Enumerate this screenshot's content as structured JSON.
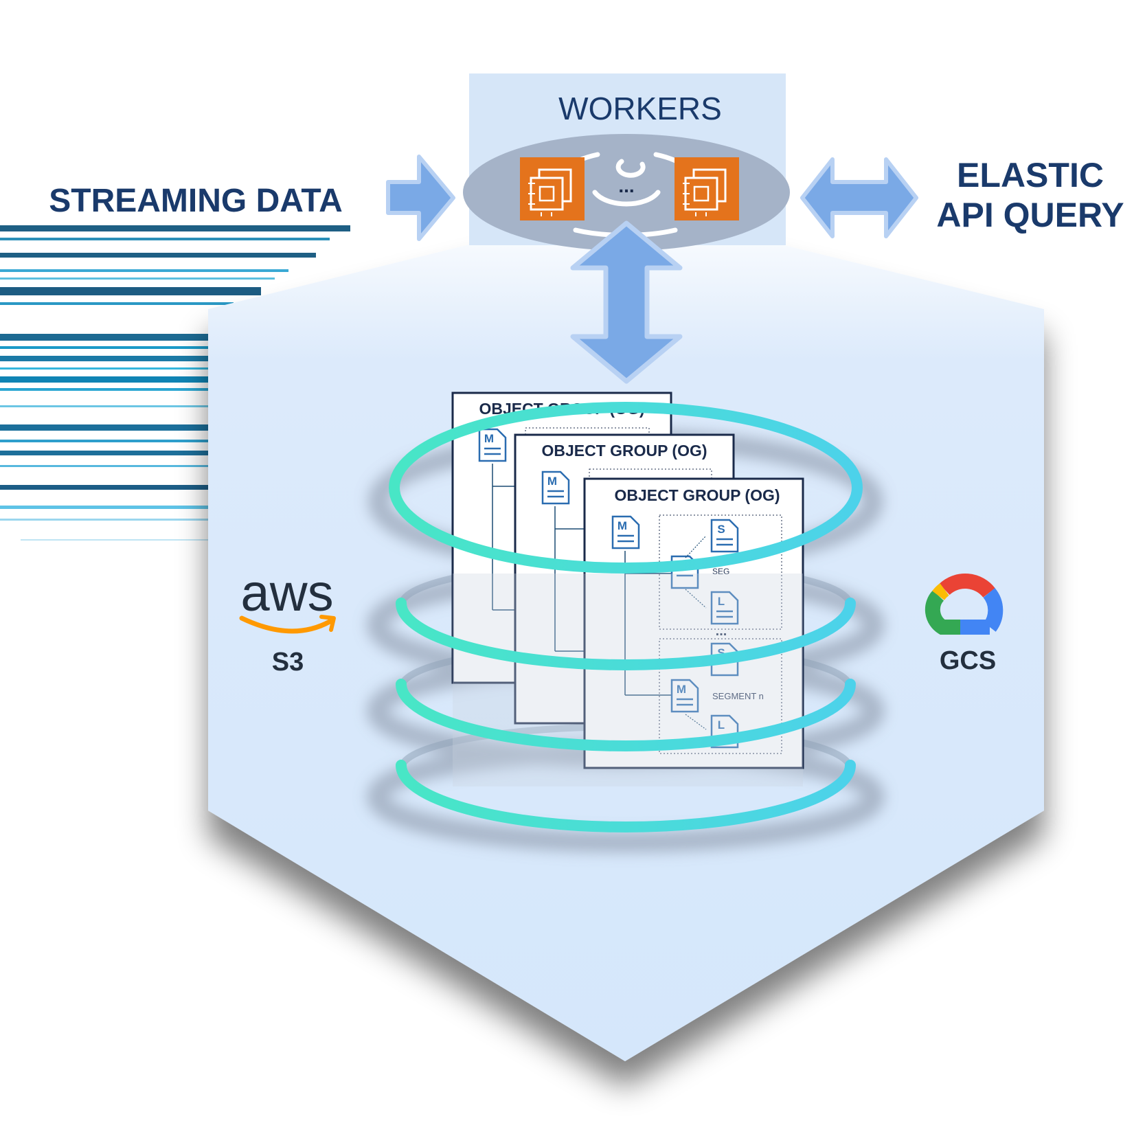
{
  "labels": {
    "streaming": "STREAMING DATA",
    "workers": "WORKERS",
    "ellipsis": "...",
    "elastic_line1": "ELASTIC",
    "elastic_line2": "API QUERY",
    "aws_logo": "aws",
    "s3": "S3",
    "gcs": "GCS"
  },
  "object_groups": [
    {
      "title": "OBJECT GROUP (OG)"
    },
    {
      "title": "OBJECT GROUP (OG)"
    },
    {
      "title": "OBJECT GROUP (OG)"
    }
  ],
  "file_icons": {
    "manifest": "M",
    "segment": "S",
    "log": "L"
  },
  "segment_labels": {
    "segment_partial": "SEG",
    "segment_n": "SEGMENT n",
    "dots": "..."
  },
  "colors": {
    "navy_text": "#1a3a6b",
    "hexagon": "#d8e9fb",
    "workers_panel": "#d6e6f8",
    "worker_oval": "#a5b3c8",
    "arrow": "#7aa9e6",
    "arrow_outline": "#b8d1f3",
    "ec2_orange": "#e4731c",
    "ring_teal": "#45e3c8",
    "ring_cyan": "#4bd4e8",
    "doc_border": "#1a2a4a",
    "icon_blue": "#2a6cb0",
    "aws_orange": "#ff9900",
    "aws_text": "#232f3e"
  },
  "icons": [
    "ec2-instance-icon",
    "ec2-instance-icon",
    "manifest-file-icon",
    "segment-file-icon",
    "log-file-icon",
    "aws-logo",
    "google-cloud-logo"
  ]
}
